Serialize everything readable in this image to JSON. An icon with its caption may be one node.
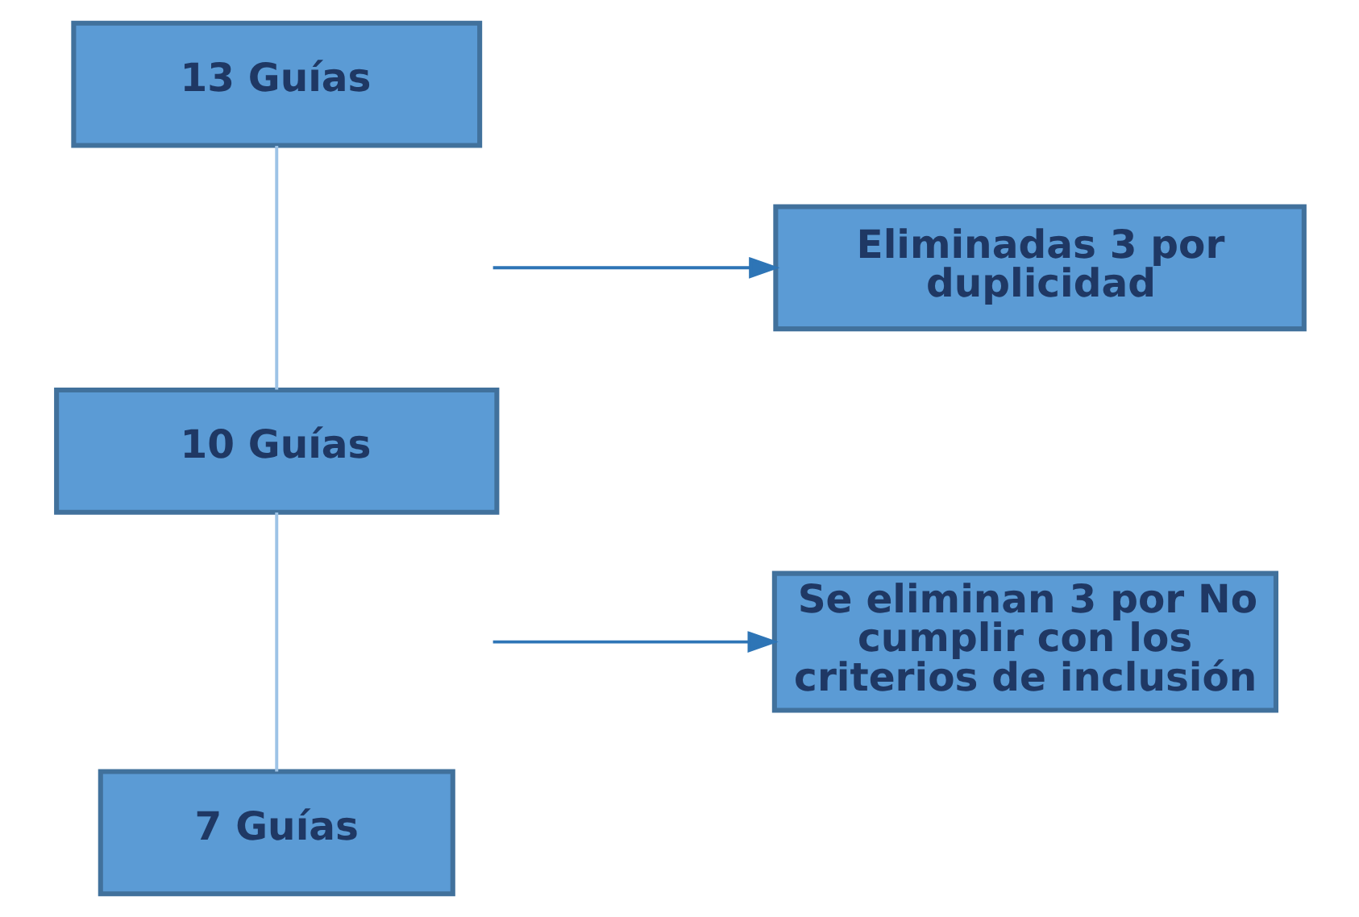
{
  "diagram": {
    "nodes": [
      {
        "text": [
          "13 Guías"
        ]
      },
      {
        "text": [
          "Eliminadas 3 por duplicidad"
        ]
      },
      {
        "text": [
          "10 Guías"
        ]
      },
      {
        "text": [
          "Se eliminan 3 por No cumplir con los criterios de inclusión"
        ]
      },
      {
        "text": [
          "7 Guías"
        ]
      }
    ],
    "edges": [
      {
        "from": 0,
        "to": 2,
        "arrow": "none",
        "color": "#9dc3e6"
      },
      {
        "from": null,
        "to": 1,
        "arrow": "to",
        "color": "#2e75b6"
      },
      {
        "from": 2,
        "to": 4,
        "arrow": "none",
        "color": "#9dc3e6"
      },
      {
        "from": null,
        "to": 3,
        "arrow": "to",
        "color": "#2e75b6"
      }
    ]
  }
}
